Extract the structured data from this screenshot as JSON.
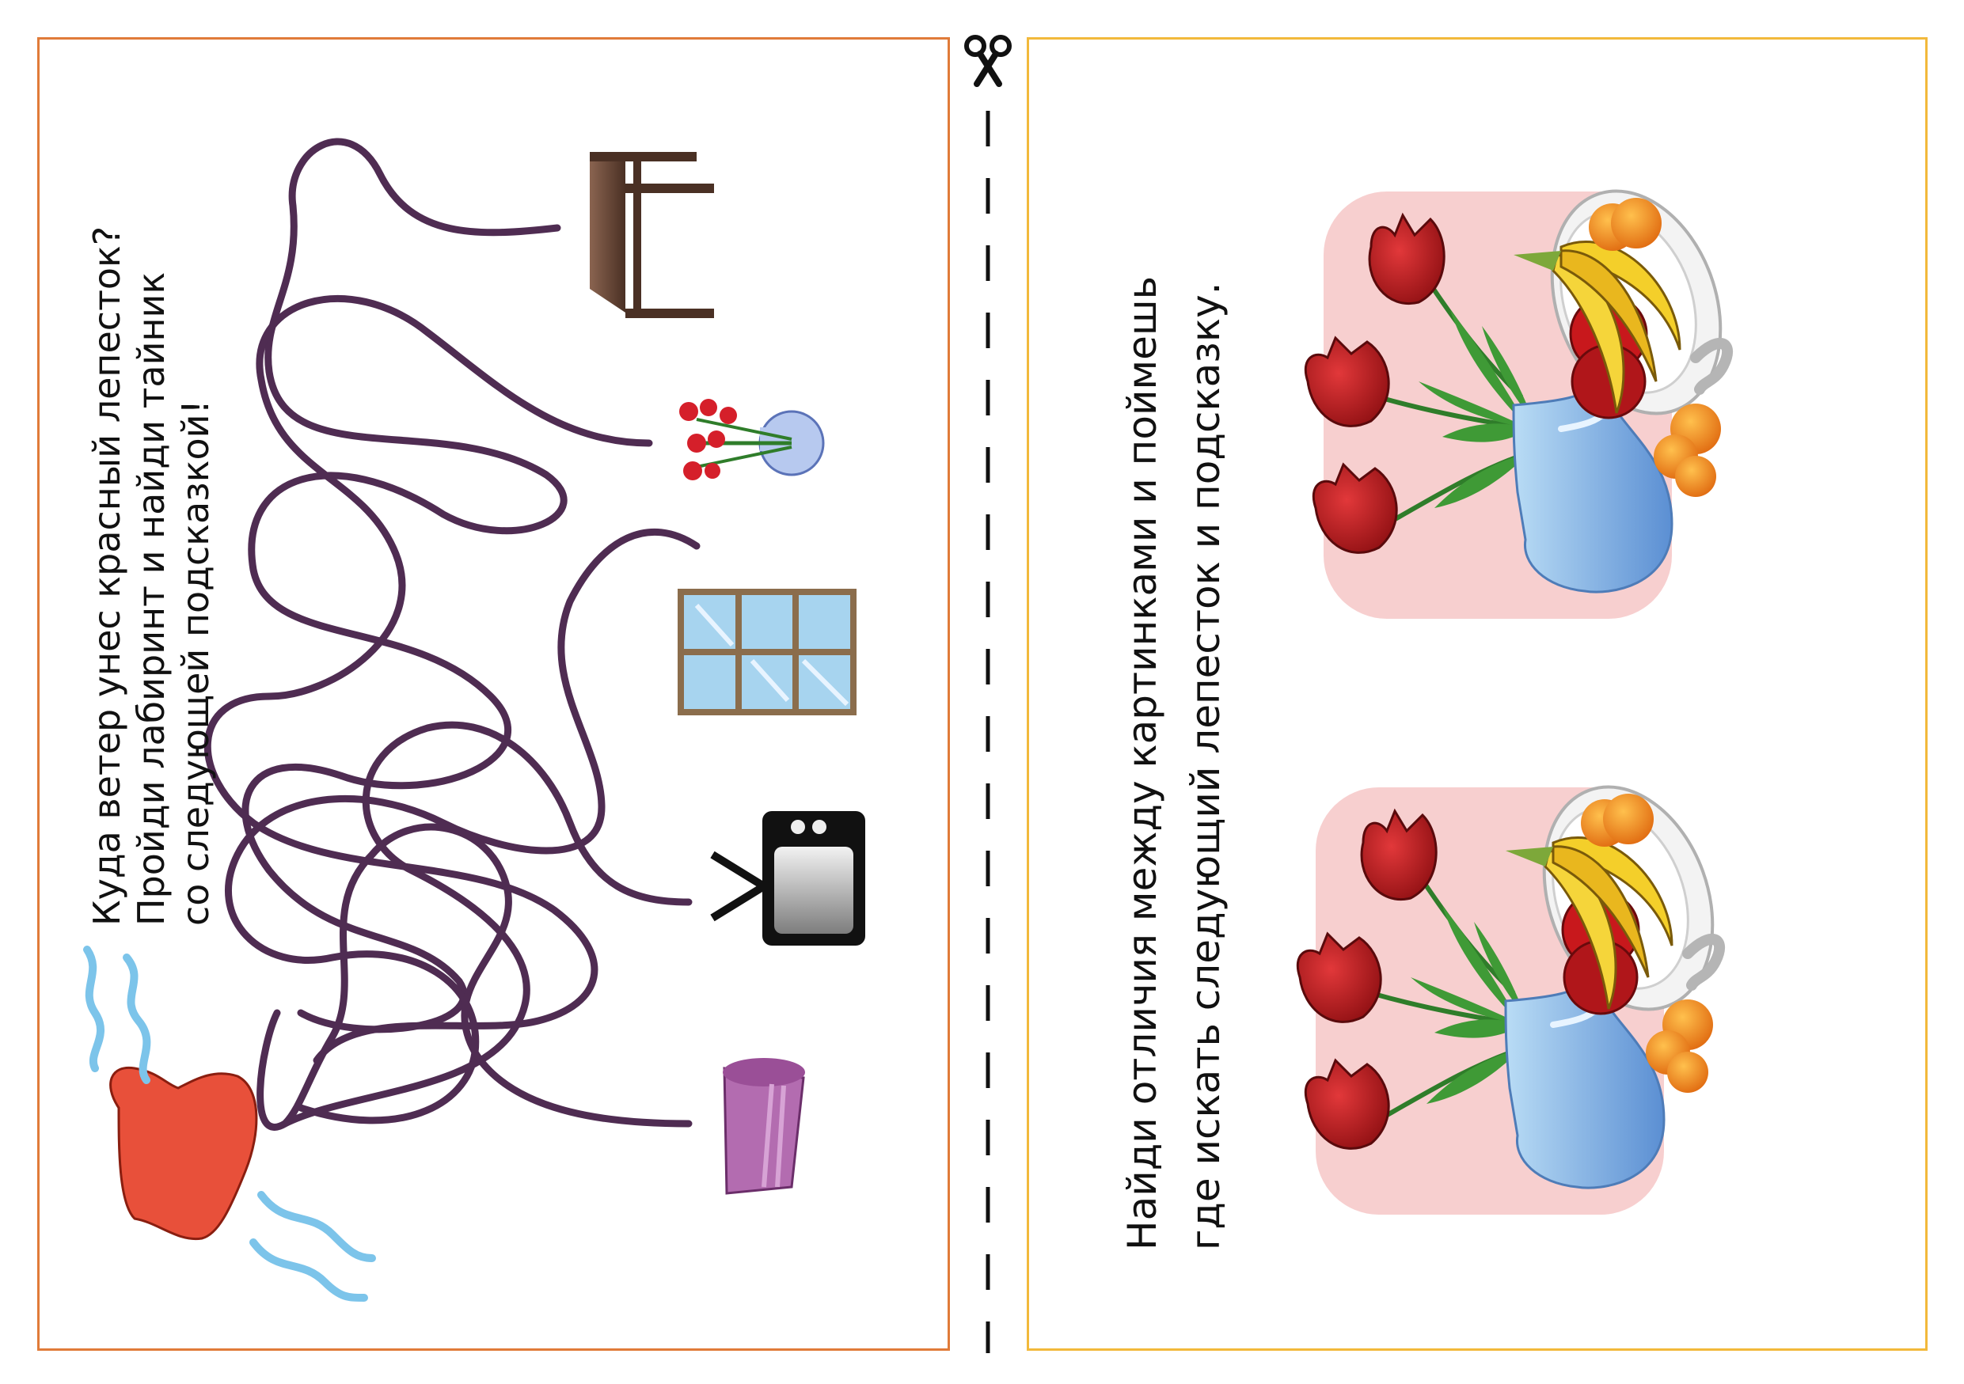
{
  "maze_card": {
    "instruction_lines": [
      "Куда ветер унес красный лепесток?",
      "Пройди лабиринт и найди тайник",
      "со следующей подсказкой!"
    ],
    "destinations": [
      "table-icon",
      "flower-vase-icon",
      "window-icon",
      "tv-icon",
      "pot-icon"
    ],
    "colors": {
      "path": "#4f2c52",
      "petal": "#e8503a",
      "wind": "#7cc4ea",
      "border": "#e07b39"
    }
  },
  "divider": {
    "icon": "scissors-icon"
  },
  "difference_card": {
    "instruction_lines": [
      "Найди отличия между картинками и поймешь",
      "где искать следующий лепесток и подсказку."
    ],
    "pictures": [
      "still-life-top",
      "still-life-bottom"
    ],
    "colors": {
      "background": "#f7cfcf",
      "border": "#f2b93b"
    }
  }
}
